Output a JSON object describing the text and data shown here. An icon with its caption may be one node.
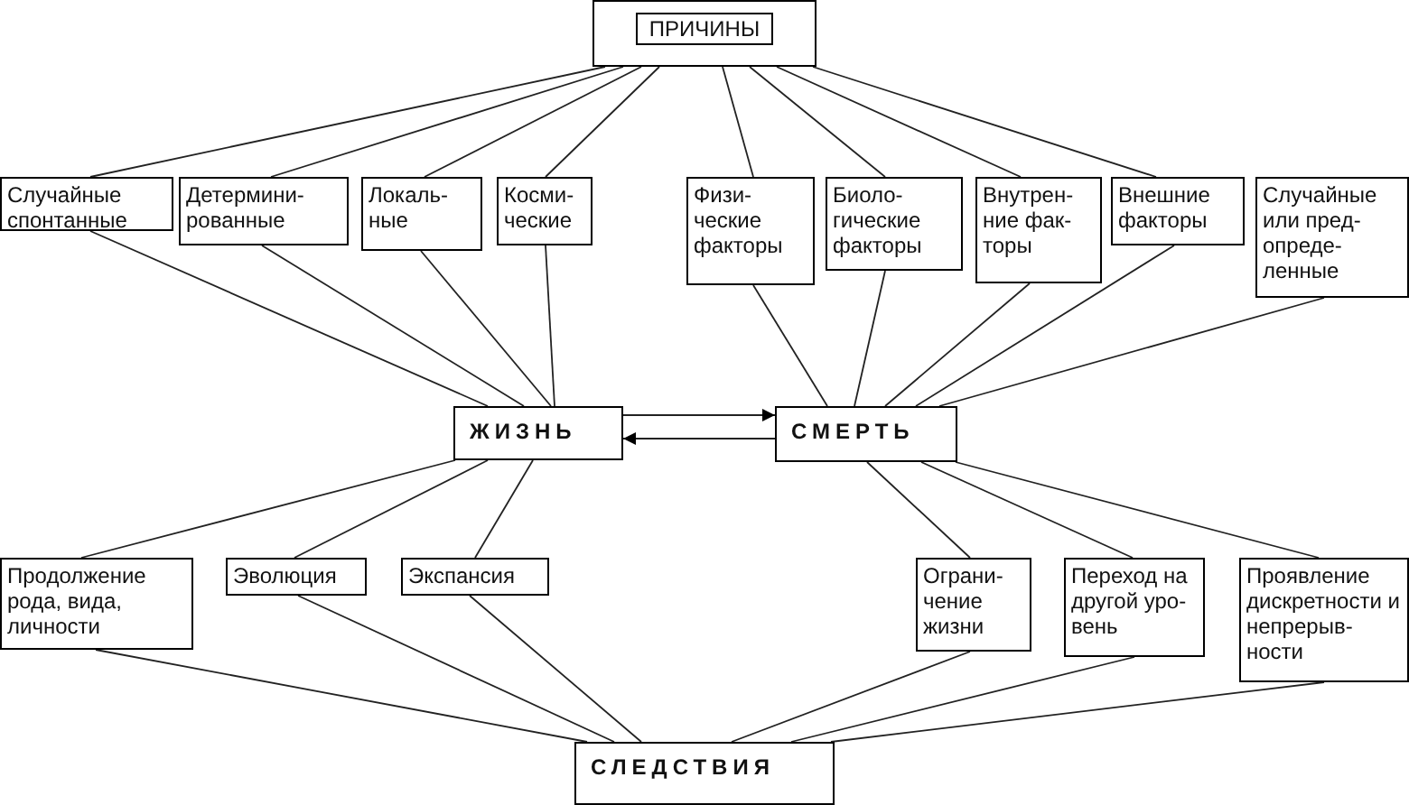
{
  "diagram": {
    "nodes": [
      {
        "text": [
          "ПРИЧИНЫ"
        ]
      },
      {
        "text": [
          "Случайные спонтанные"
        ]
      },
      {
        "text": [
          "Детермини- рованные"
        ]
      },
      {
        "text": [
          "Локаль- ные"
        ]
      },
      {
        "text": [
          "Косми- ческие"
        ]
      },
      {
        "text": [
          "Физи- ческие факторы"
        ]
      },
      {
        "text": [
          "Биоло- гические факторы"
        ]
      },
      {
        "text": [
          "Внутрен- ние фак- торы"
        ]
      },
      {
        "text": [
          "Внешние факторы"
        ]
      },
      {
        "text": [
          "Случайные или пред- опреде- ленные"
        ]
      },
      {
        "text": [
          "ЖИЗНЬ"
        ]
      },
      {
        "text": [
          "СМЕРТЬ"
        ]
      },
      {
        "text": [
          "Продолжение рода, вида, личности"
        ]
      },
      {
        "text": [
          "Эволюция"
        ]
      },
      {
        "text": [
          "Экспансия"
        ]
      },
      {
        "text": [
          "Ограни- чение жизни"
        ]
      },
      {
        "text": [
          "Переход на другой уро- вень"
        ]
      },
      {
        "text": [
          "Проявление дискретности и непрерыв- ности"
        ]
      },
      {
        "text": [
          "СЛЕДСТВИЯ"
        ]
      }
    ],
    "edges": [
      {
        "from": 0,
        "to": 1,
        "arrow": "none"
      },
      {
        "from": 0,
        "to": 2,
        "arrow": "none"
      },
      {
        "from": 0,
        "to": 3,
        "arrow": "none"
      },
      {
        "from": 0,
        "to": 4,
        "arrow": "none"
      },
      {
        "from": 0,
        "to": 5,
        "arrow": "none"
      },
      {
        "from": 0,
        "to": 6,
        "arrow": "none"
      },
      {
        "from": 0,
        "to": 7,
        "arrow": "none"
      },
      {
        "from": 0,
        "to": 8,
        "arrow": "none"
      },
      {
        "from": 1,
        "to": 10,
        "arrow": "none"
      },
      {
        "from": 2,
        "to": 10,
        "arrow": "none"
      },
      {
        "from": 3,
        "to": 10,
        "arrow": "none"
      },
      {
        "from": 4,
        "to": 10,
        "arrow": "none"
      },
      {
        "from": 5,
        "to": 11,
        "arrow": "none"
      },
      {
        "from": 6,
        "to": 11,
        "arrow": "none"
      },
      {
        "from": 7,
        "to": 11,
        "arrow": "none"
      },
      {
        "from": 8,
        "to": 11,
        "arrow": "none"
      },
      {
        "from": 9,
        "to": 11,
        "arrow": "none"
      },
      {
        "from": 10,
        "to": 11,
        "arrow": "to"
      },
      {
        "from": 11,
        "to": 10,
        "arrow": "to"
      },
      {
        "from": 10,
        "to": 12,
        "arrow": "none"
      },
      {
        "from": 10,
        "to": 13,
        "arrow": "none"
      },
      {
        "from": 10,
        "to": 14,
        "arrow": "none"
      },
      {
        "from": 11,
        "to": 15,
        "arrow": "none"
      },
      {
        "from": 11,
        "to": 16,
        "arrow": "none"
      },
      {
        "from": 11,
        "to": 17,
        "arrow": "none"
      },
      {
        "from": 12,
        "to": 18,
        "arrow": "none"
      },
      {
        "from": 13,
        "to": 18,
        "arrow": "none"
      },
      {
        "from": 14,
        "to": 18,
        "arrow": "none"
      },
      {
        "from": 15,
        "to": 18,
        "arrow": "none"
      },
      {
        "from": 16,
        "to": 18,
        "arrow": "none"
      },
      {
        "from": 17,
        "to": 18,
        "arrow": "none"
      }
    ]
  }
}
